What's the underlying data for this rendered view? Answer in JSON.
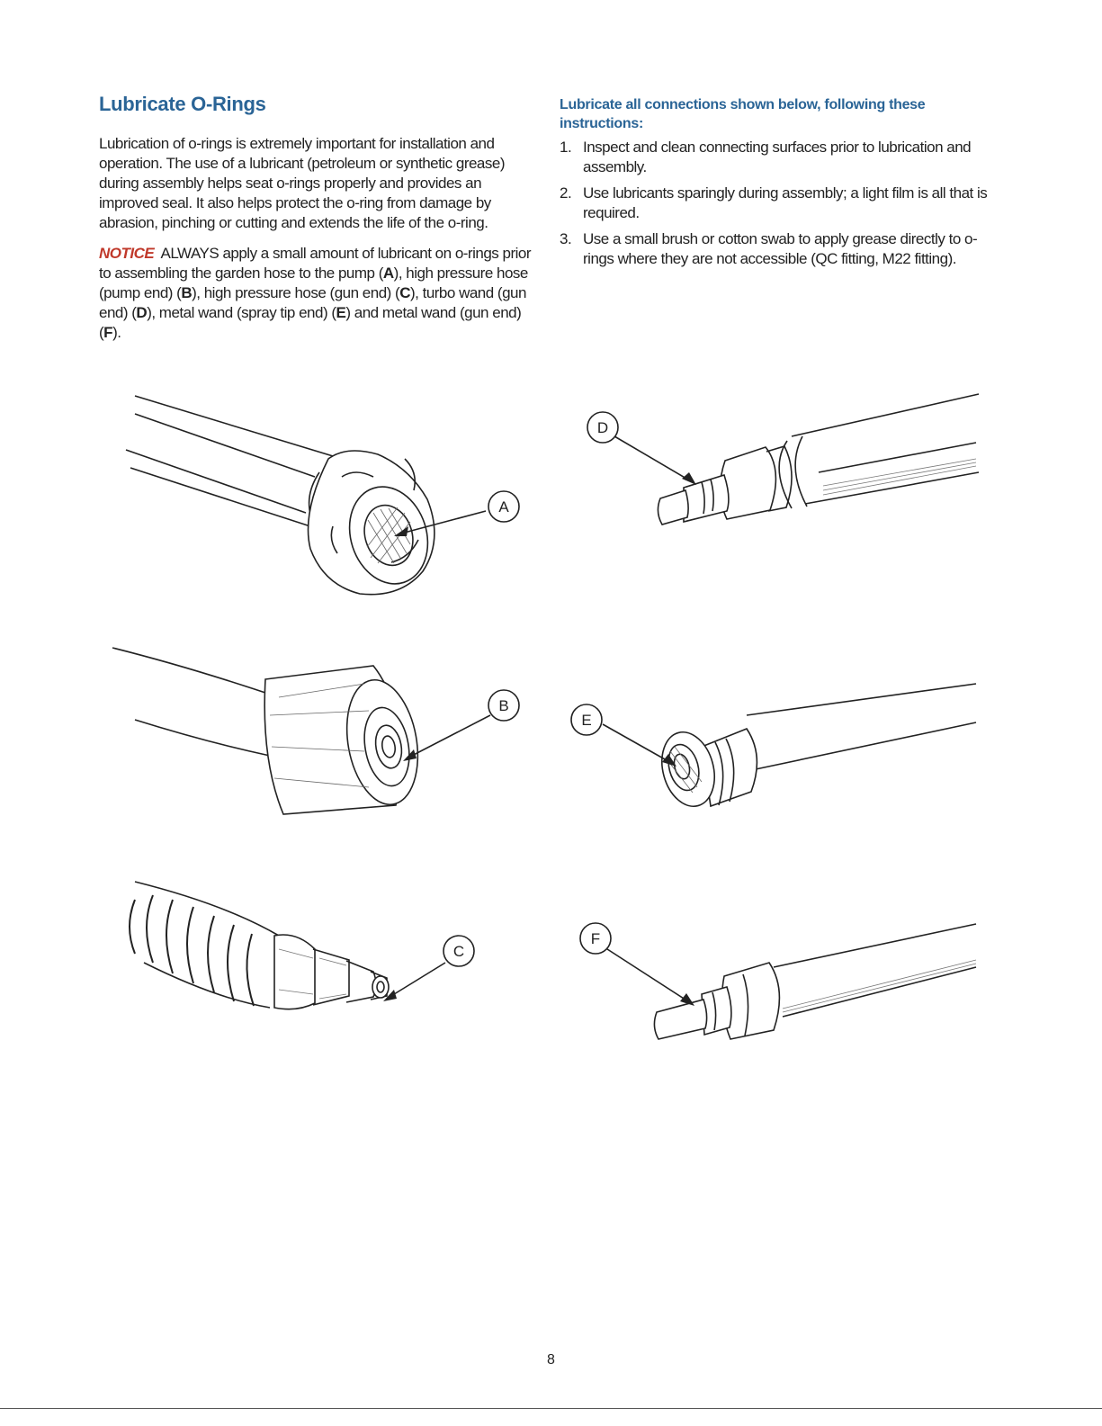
{
  "section": {
    "title": "Lubricate O-Rings",
    "intro": "Lubrication of o-rings is extremely important for installation and operation. The use of a lubricant (petroleum or synthetic grease) during assembly helps seat o-rings properly and provides an improved seal. It also helps protect the o-ring from damage by abrasion, pinching or cutting and extends the life of the o-ring.",
    "notice": {
      "label": "NOTICE",
      "segments": [
        " ALWAYS apply a small amount of lubricant on o-rings prior to assembling the garden hose to the pump (",
        "), high pressure hose (pump end) (",
        "), high pressure hose (gun end) (",
        "), turbo wand (gun end) (",
        "), metal wand (spray tip end) (",
        ") and metal wand (gun end) (",
        ")."
      ]
    }
  },
  "instructions": {
    "heading": "Lubricate all connections shown below, following these instructions:",
    "steps": [
      {
        "num": "1.",
        "text": "Inspect and clean connecting surfaces prior to lubrication and assembly."
      },
      {
        "num": "2.",
        "text": "Use lubricants sparingly during assembly; a light film is all that is required."
      },
      {
        "num": "3.",
        "text": "Use a small brush or cotton swab to apply grease directly to o-rings where they are not accessible (QC fitting, M22 fitting)."
      }
    ]
  },
  "figures": {
    "a": {
      "label": "A"
    },
    "b": {
      "label": "B"
    },
    "c": {
      "label": "C"
    },
    "d": {
      "label": "D"
    },
    "e": {
      "label": "E"
    },
    "f": {
      "label": "F"
    }
  },
  "page_number": "8"
}
